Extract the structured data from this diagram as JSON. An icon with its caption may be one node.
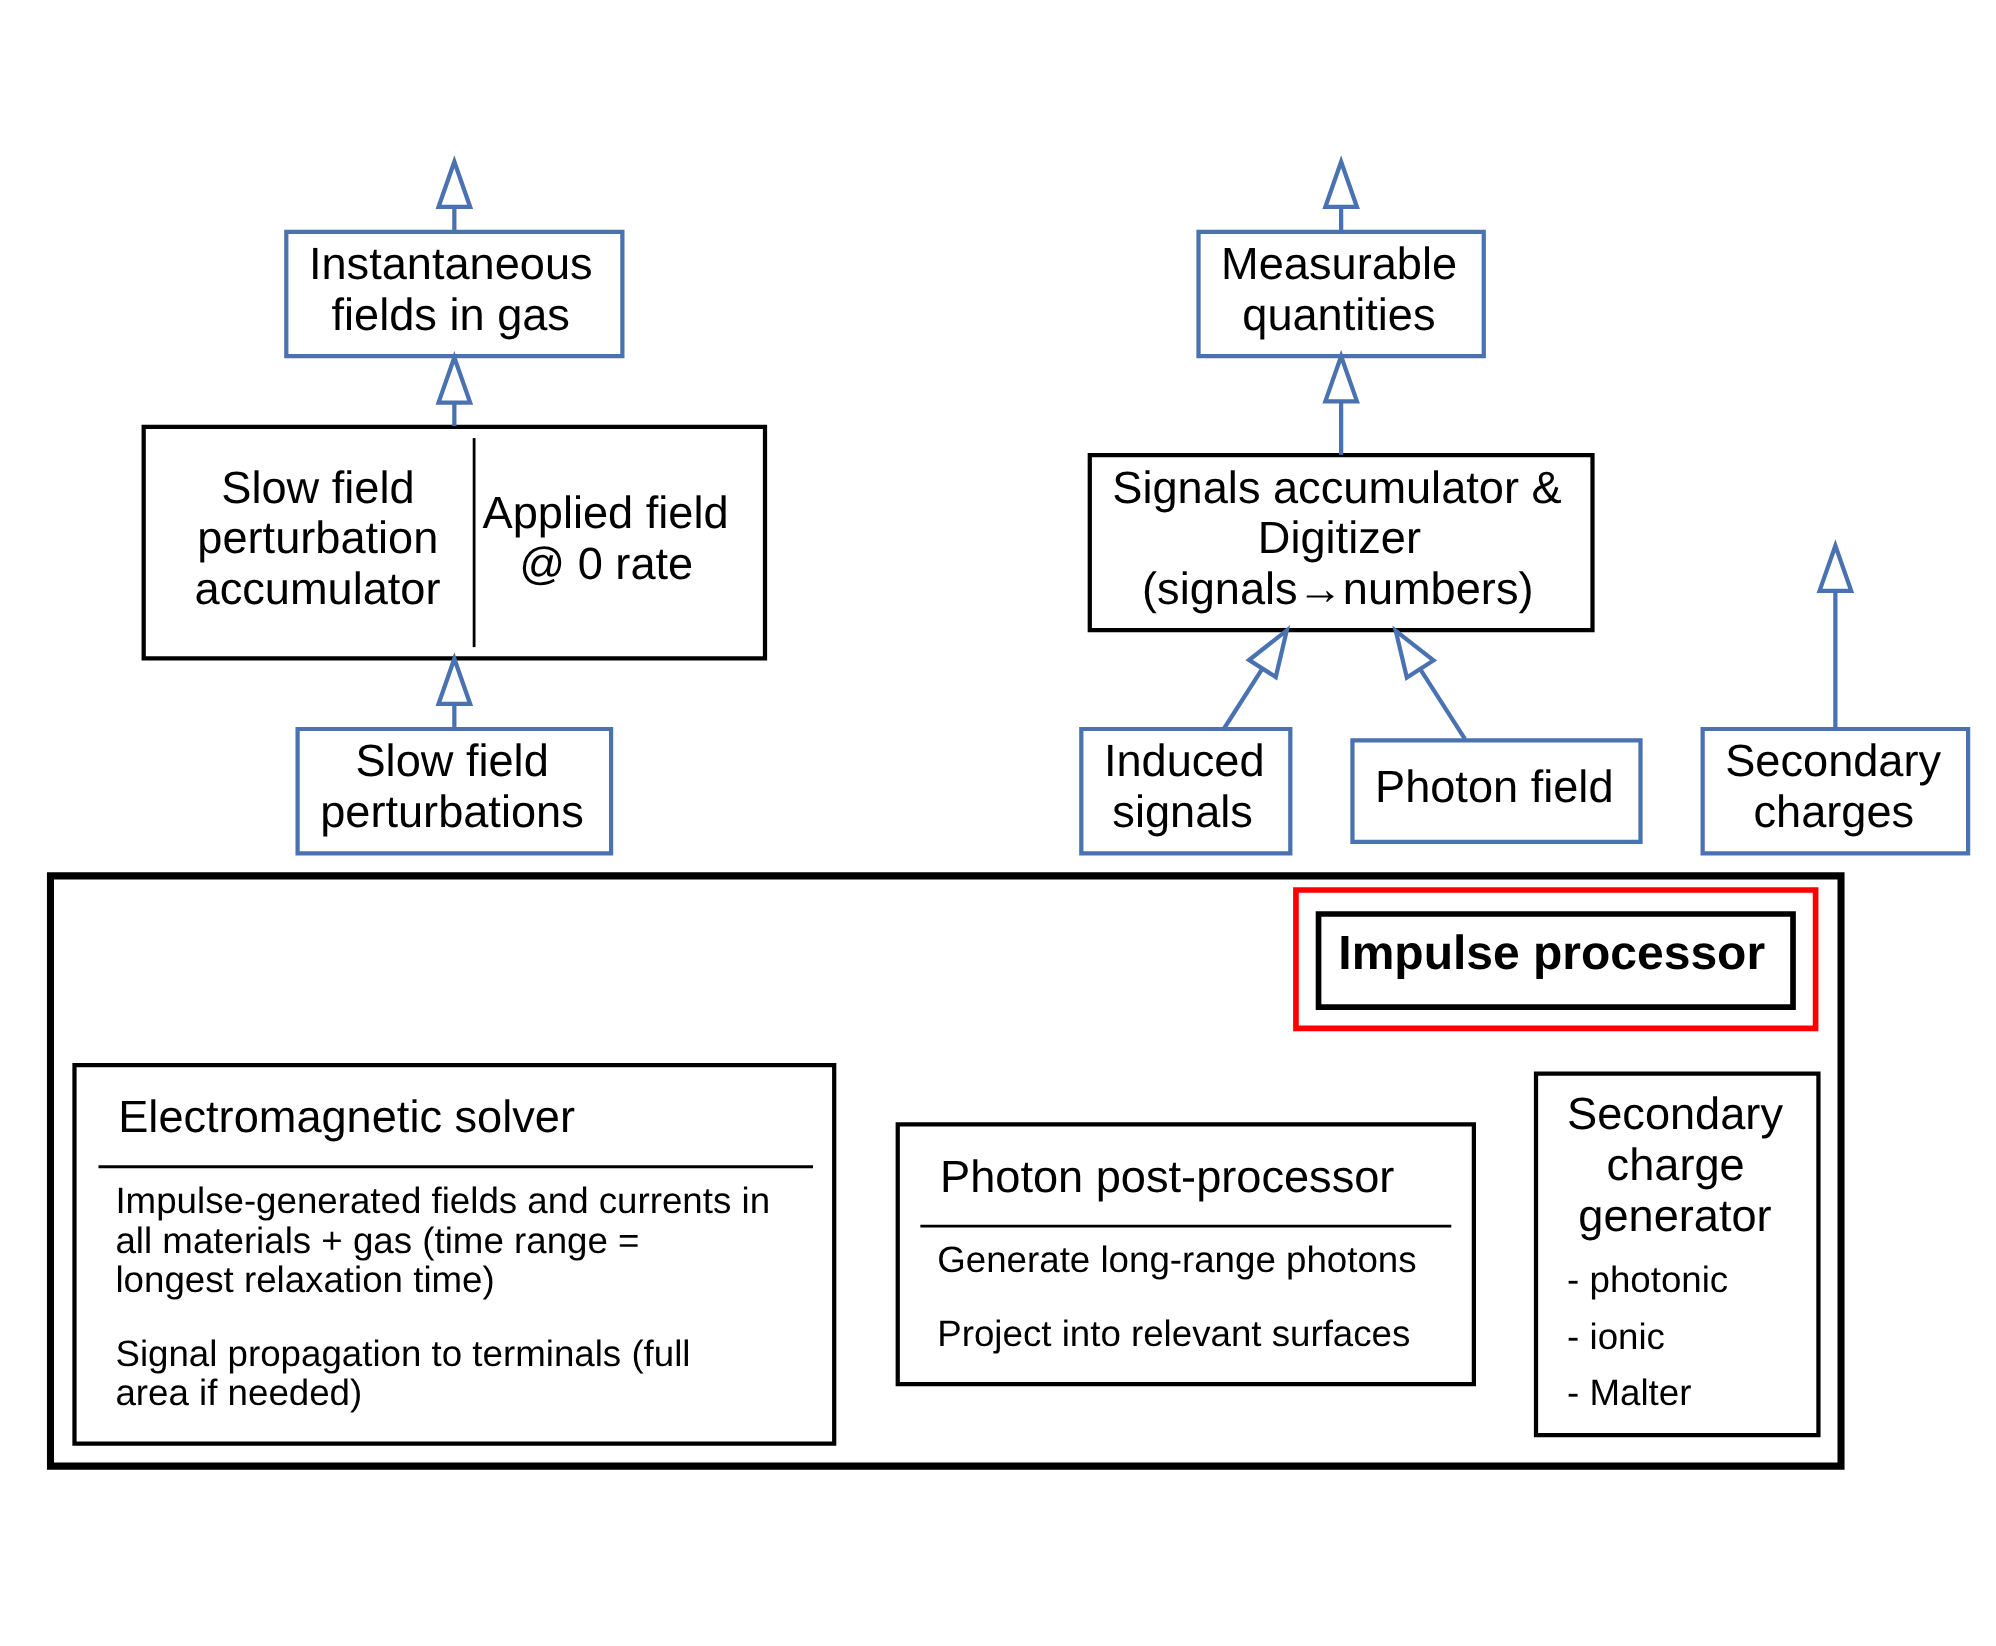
{
  "diagram": {
    "nodes": [
      {
        "text": [
          "Impulse processor"
        ]
      },
      {
        "text": [
          "Electromagnetic solver",
          "Impulse-generated fields and currents in all materials + gas (time range = longest relaxation time)",
          "Signal propagation to terminals (full area if needed)"
        ],
        "in": 0
      },
      {
        "text": [
          "Photon post-processor",
          "Generate long-range photons",
          "Project into relevant surfaces"
        ],
        "in": 0
      },
      {
        "text": [
          "Secondary charge generator",
          "- photonic",
          "- ionic",
          "- Malter"
        ],
        "in": 0
      },
      {
        "text": [
          "Slow field perturbations"
        ]
      },
      {
        "text": [
          "Induced signals"
        ]
      },
      {
        "text": [
          "Photon field"
        ]
      },
      {
        "text": [
          "Secondary charges"
        ]
      },
      {
        "text": [
          "Slow field perturbation accumulator",
          "Applied field @ 0 rate"
        ]
      },
      {
        "text": [
          "Signals accumulator & Digitizer (signals→numbers)"
        ]
      },
      {
        "text": [
          "Instantaneous fields in gas"
        ]
      },
      {
        "text": [
          "Measurable quantities"
        ]
      }
    ],
    "edges": [
      {
        "from": 4,
        "to": 8,
        "arrow": "to"
      },
      {
        "from": 5,
        "to": 9,
        "arrow": "to"
      },
      {
        "from": 6,
        "to": 9,
        "arrow": "to"
      },
      {
        "from": 7,
        "to": null,
        "arrow": "to"
      },
      {
        "from": 8,
        "to": 10,
        "arrow": "to"
      },
      {
        "from": 9,
        "to": 11,
        "arrow": "to"
      },
      {
        "from": 10,
        "to": null,
        "arrow": "to"
      },
      {
        "from": 11,
        "to": null,
        "arrow": "to"
      }
    ]
  }
}
